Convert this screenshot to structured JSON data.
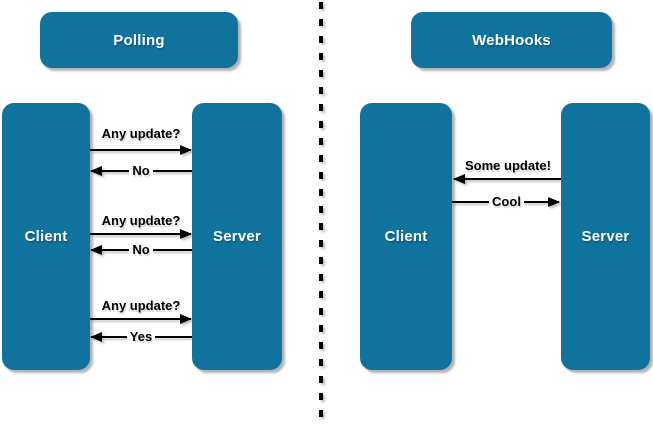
{
  "colors": {
    "box_fill": "#10739E",
    "box_label_text": "#FFFFFF",
    "arrow": "#000000",
    "background": "#FFFFFF"
  },
  "polling": {
    "title": "Polling",
    "client_label": "Client",
    "server_label": "Server",
    "exchanges": [
      {
        "request": "Any update?",
        "response": "No"
      },
      {
        "request": "Any update?",
        "response": "No"
      },
      {
        "request": "Any update?",
        "response": "Yes"
      }
    ]
  },
  "webhooks": {
    "title": "WebHooks",
    "client_label": "Client",
    "server_label": "Server",
    "messages": [
      {
        "text": "Some update!",
        "direction": "server_to_client"
      },
      {
        "text": "Cool",
        "direction": "client_to_server"
      }
    ]
  }
}
